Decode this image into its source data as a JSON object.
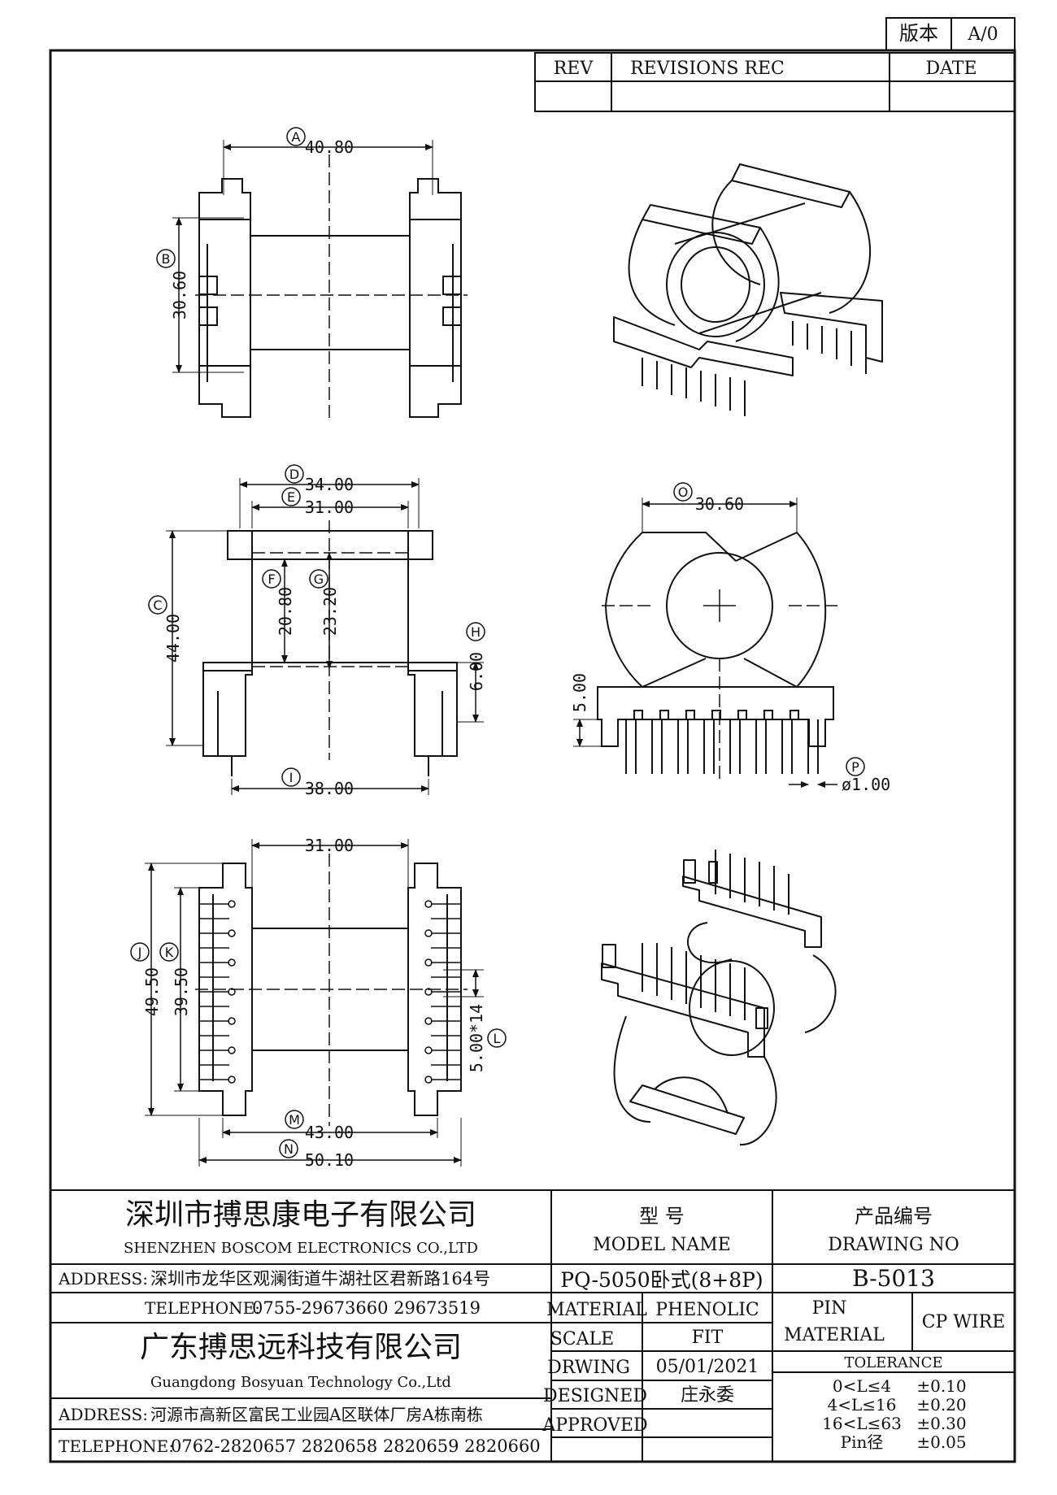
{
  "version_box": {
    "label": "版本",
    "value": "A/0"
  },
  "revisions": {
    "rev_header": "REV",
    "rec_header": "REVISIONS REC",
    "date_header": "DATE"
  },
  "views": {
    "top": {
      "dim_a": {
        "tag": "A",
        "value": "40.80"
      },
      "dim_b": {
        "tag": "B",
        "value": "30.60"
      }
    },
    "front": {
      "dim_d": {
        "tag": "D",
        "value": "34.00"
      },
      "dim_e": {
        "tag": "E",
        "value": "31.00"
      },
      "dim_c": {
        "tag": "C",
        "value": "44.00"
      },
      "dim_f": {
        "tag": "F",
        "value": "20.80"
      },
      "dim_g": {
        "tag": "G",
        "value": "23.20"
      },
      "dim_h": {
        "tag": "H",
        "value": "6.00"
      },
      "dim_i": {
        "tag": "I",
        "value": "38.00"
      }
    },
    "side": {
      "dim_o": {
        "tag": "O",
        "value": "30.60"
      },
      "dim_pin_h": {
        "value": "5.00"
      },
      "dim_p": {
        "tag": "P",
        "value": "ø1.00"
      }
    },
    "bottom": {
      "dim_top": {
        "value": "31.00"
      },
      "dim_j": {
        "tag": "J",
        "value": "49.50"
      },
      "dim_k": {
        "tag": "K",
        "value": "39.50"
      },
      "dim_l": {
        "tag": "L",
        "value": "5.00*14"
      },
      "dim_m": {
        "tag": "M",
        "value": "43.00"
      },
      "dim_n": {
        "tag": "N",
        "value": "50.10"
      }
    }
  },
  "title_block": {
    "company_cn": "深圳市搏思康电子有限公司",
    "company_en": "SHENZHEN BOSCOM ELECTRONICS CO.,LTD",
    "address_label": "ADDRESS:",
    "address": "深圳市龙华区观澜街道牛湖社区君新路164号",
    "tel_label": "TELEPHONE:",
    "tel": "0755-29673660 29673519",
    "company2_cn": "广东搏思远科技有限公司",
    "company2_en": "Guangdong Bosyuan Technology Co.,Ltd",
    "address2_label": "ADDRESS:",
    "address2": "河源市高新区富民工业园A区联体厂房A栋南栋",
    "tel2_label": "TELEPHONE:",
    "tel2": "0762-2820657 2820658 2820659 2820660",
    "model_cn": "型    号",
    "model_en": "MODEL NAME",
    "model_value": "PQ-5050卧式(8+8P)",
    "drawing_cn": "产品编号",
    "drawing_en": "DRAWING NO",
    "drawing_value": "B-5013",
    "material_label": "MATERIAL",
    "material_value": "PHENOLIC",
    "pin_material_label1": "PIN",
    "pin_material_label2": "MATERIAL",
    "pin_material_value": "CP WIRE",
    "scale_label": "SCALE",
    "scale_value": "FIT",
    "drwing_label": "DRWING",
    "drwing_value": "05/01/2021",
    "designed_label": "DESIGNED",
    "designed_value": "庄永委",
    "approved_label": "APPROVED",
    "approved_value": "",
    "tolerance_label": "TOLERANCE",
    "tolerances": [
      {
        "range": "0<L≤4",
        "value": "±0.10"
      },
      {
        "range": "4<L≤16",
        "value": "±0.20"
      },
      {
        "range": "16<L≤63",
        "value": "±0.30"
      },
      {
        "range": "Pin径",
        "value": "±0.05"
      }
    ]
  }
}
